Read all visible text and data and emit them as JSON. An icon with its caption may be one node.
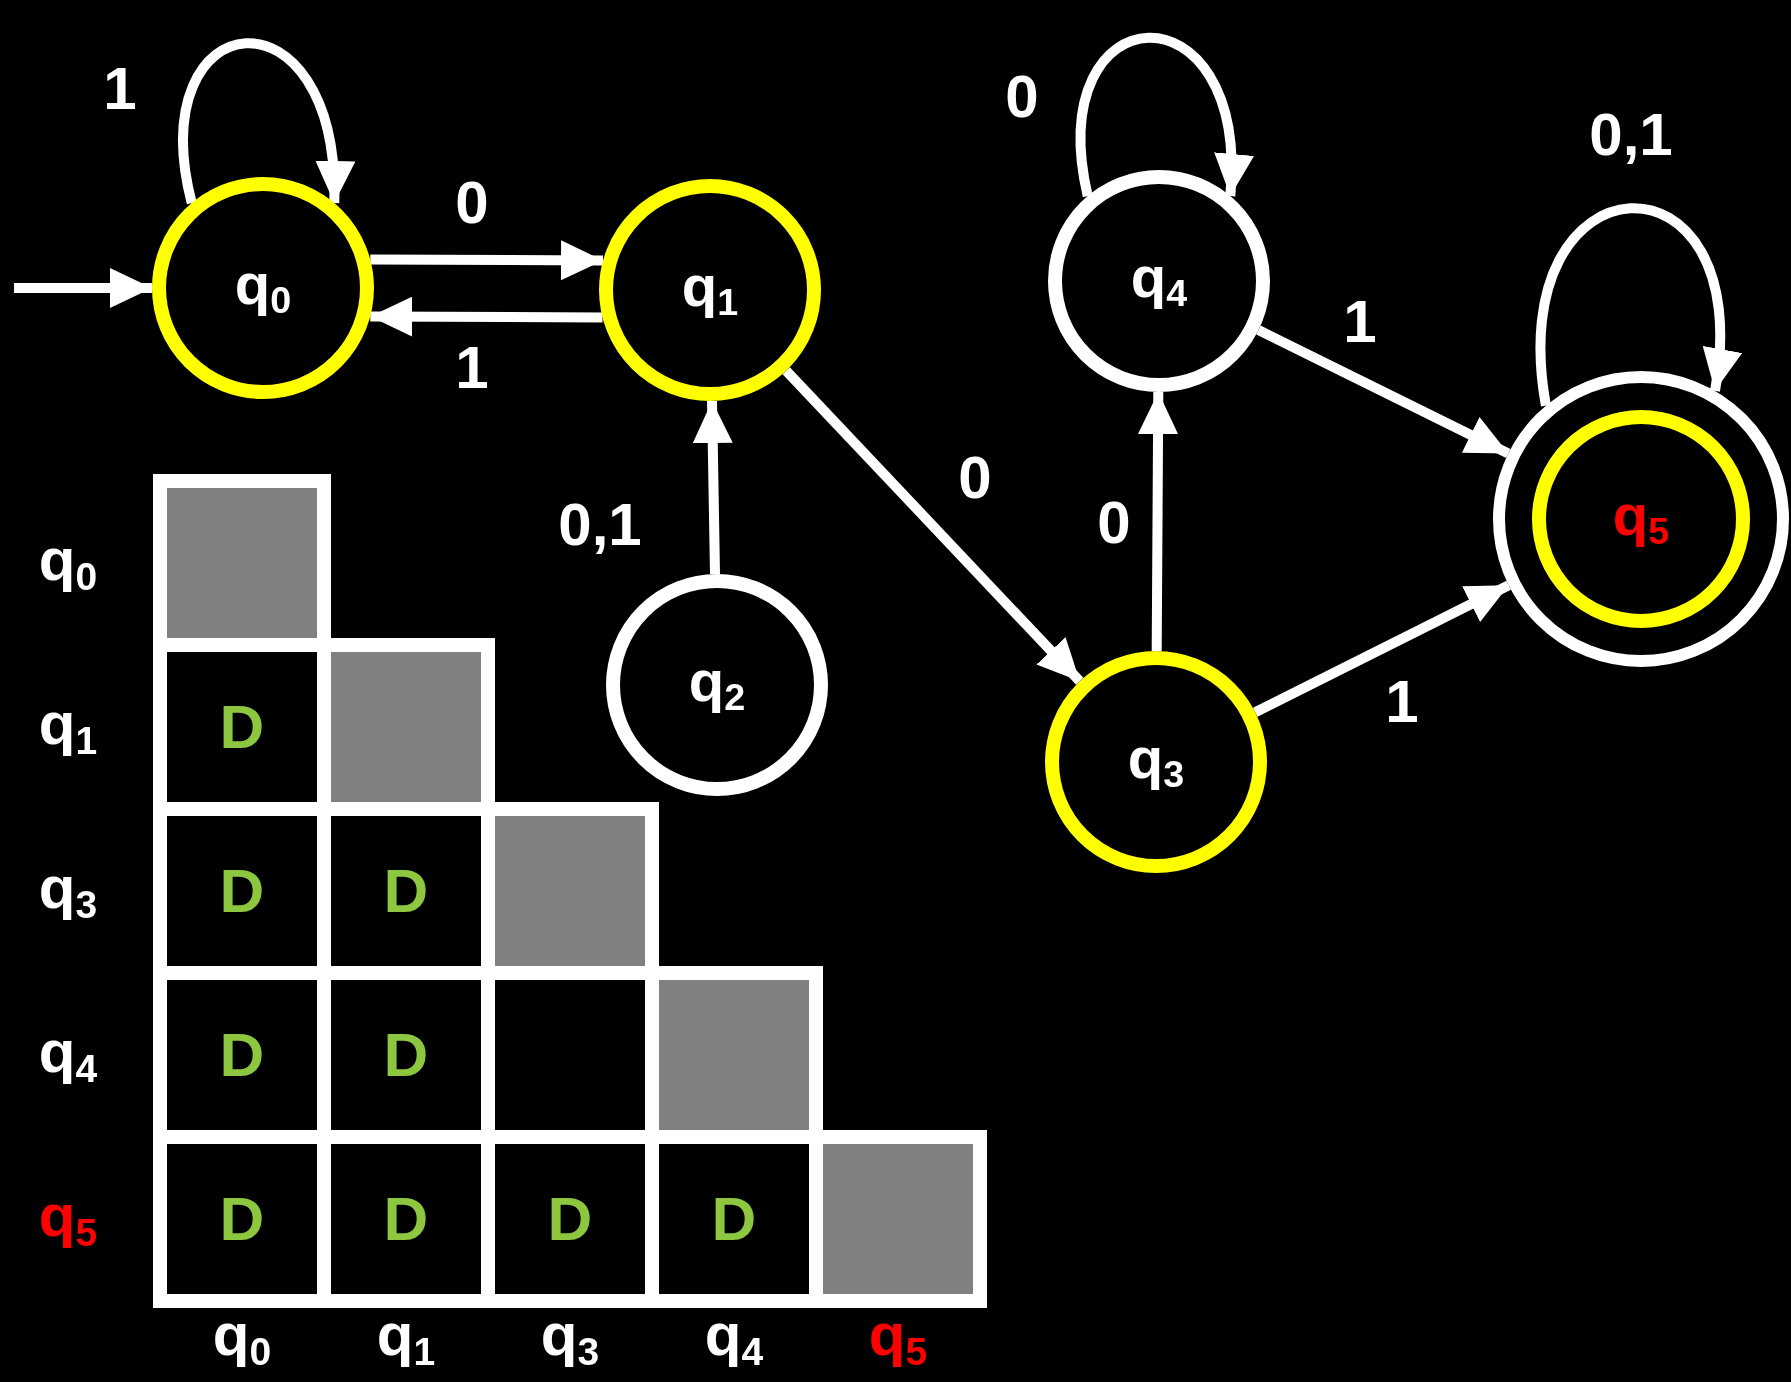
{
  "diagram": {
    "nodes": [
      {
        "text": [
          "q$_{0}$"
        ]
      },
      {
        "text": [
          "q$_{1}$"
        ]
      },
      {
        "text": [
          "q$_{2}$"
        ]
      },
      {
        "text": [
          "q$_{3}$"
        ]
      },
      {
        "text": [
          "q$_{4}$"
        ]
      },
      {
        "text": [
          "q$_{5}$"
        ]
      }
    ],
    "edges": [
      {
        "from": null,
        "to": 0,
        "arrow": "to"
      },
      {
        "from": 0,
        "to": 0,
        "arrow": "to",
        "label": "1"
      },
      {
        "from": 0,
        "to": 1,
        "arrow": "to",
        "label": "0"
      },
      {
        "from": 1,
        "to": 0,
        "arrow": "to",
        "label": "1"
      },
      {
        "from": 2,
        "to": 1,
        "arrow": "to",
        "label": "0,1"
      },
      {
        "from": 1,
        "to": 3,
        "arrow": "to",
        "label": "0"
      },
      {
        "from": 4,
        "to": 4,
        "arrow": "to",
        "label": "0"
      },
      {
        "from": 3,
        "to": 4,
        "arrow": "to",
        "label": "0"
      },
      {
        "from": 4,
        "to": 5,
        "arrow": "to",
        "label": "1"
      },
      {
        "from": 3,
        "to": 5,
        "arrow": "to",
        "label": "1"
      },
      {
        "from": 5,
        "to": 5,
        "arrow": "to",
        "label": "0,1"
      }
    ],
    "labels": [
      "q$_{0}$",
      "q$_{1}$",
      "D",
      "q$_{3}$",
      "D",
      "D",
      "q$_{4}$",
      "D",
      "D",
      "q$_{5}$",
      "D",
      "D",
      "D",
      "D",
      "q$_{0}$",
      "q$_{1}$",
      "q$_{3}$",
      "q$_{4}$",
      "q$_{5}$"
    ]
  }
}
